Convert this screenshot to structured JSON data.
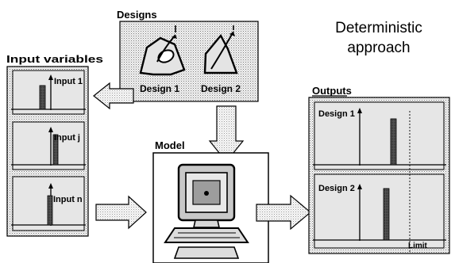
{
  "title": {
    "line1": "Deterministic",
    "line2": "approach"
  },
  "designs": {
    "heading": "Designs",
    "items": [
      {
        "label": "Design 1"
      },
      {
        "label": "Design 2"
      }
    ]
  },
  "inputs": {
    "heading": "Input variables",
    "items": [
      {
        "label": "Input 1"
      },
      {
        "label": "Input j"
      },
      {
        "label": "Input n"
      }
    ]
  },
  "model": {
    "heading": "Model"
  },
  "outputs": {
    "heading": "Outputs",
    "items": [
      {
        "label": "Design 1"
      },
      {
        "label": "Design 2"
      }
    ],
    "limit_label": "Limit"
  }
}
